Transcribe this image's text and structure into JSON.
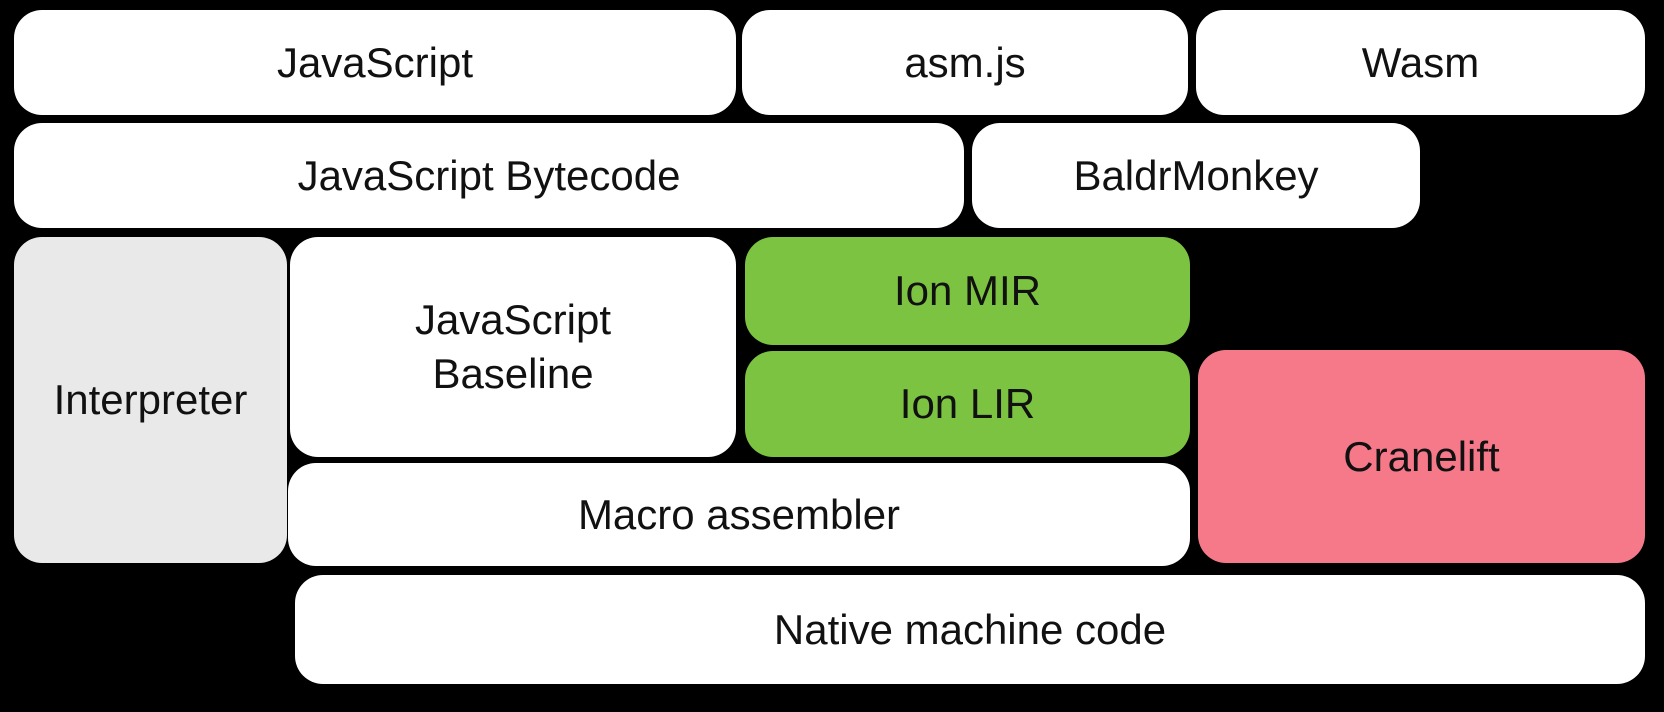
{
  "diagram": {
    "description": "Compiler pipeline block diagram (SpiderMonkey-style JS/Wasm engine layers)",
    "nodes": {
      "javascript": {
        "label": "JavaScript"
      },
      "asmjs": {
        "label": "asm.js"
      },
      "wasm": {
        "label": "Wasm"
      },
      "bytecode": {
        "label": "JavaScript Bytecode"
      },
      "baldrmonkey": {
        "label": "BaldrMonkey"
      },
      "interpreter": {
        "label": "Interpreter"
      },
      "baseline": {
        "label": "JavaScript\nBaseline"
      },
      "ion_mir": {
        "label": "Ion MIR"
      },
      "ion_lir": {
        "label": "Ion LIR"
      },
      "cranelift": {
        "label": "Cranelift"
      },
      "macro_assembler": {
        "label": "Macro assembler"
      },
      "native": {
        "label": "Native machine code"
      }
    }
  },
  "colors": {
    "background": "#000000",
    "box_white": "#ffffff",
    "box_grey": "#e9e9e9",
    "box_green": "#7cc342",
    "box_pink": "#f6798a",
    "text": "#111111"
  }
}
